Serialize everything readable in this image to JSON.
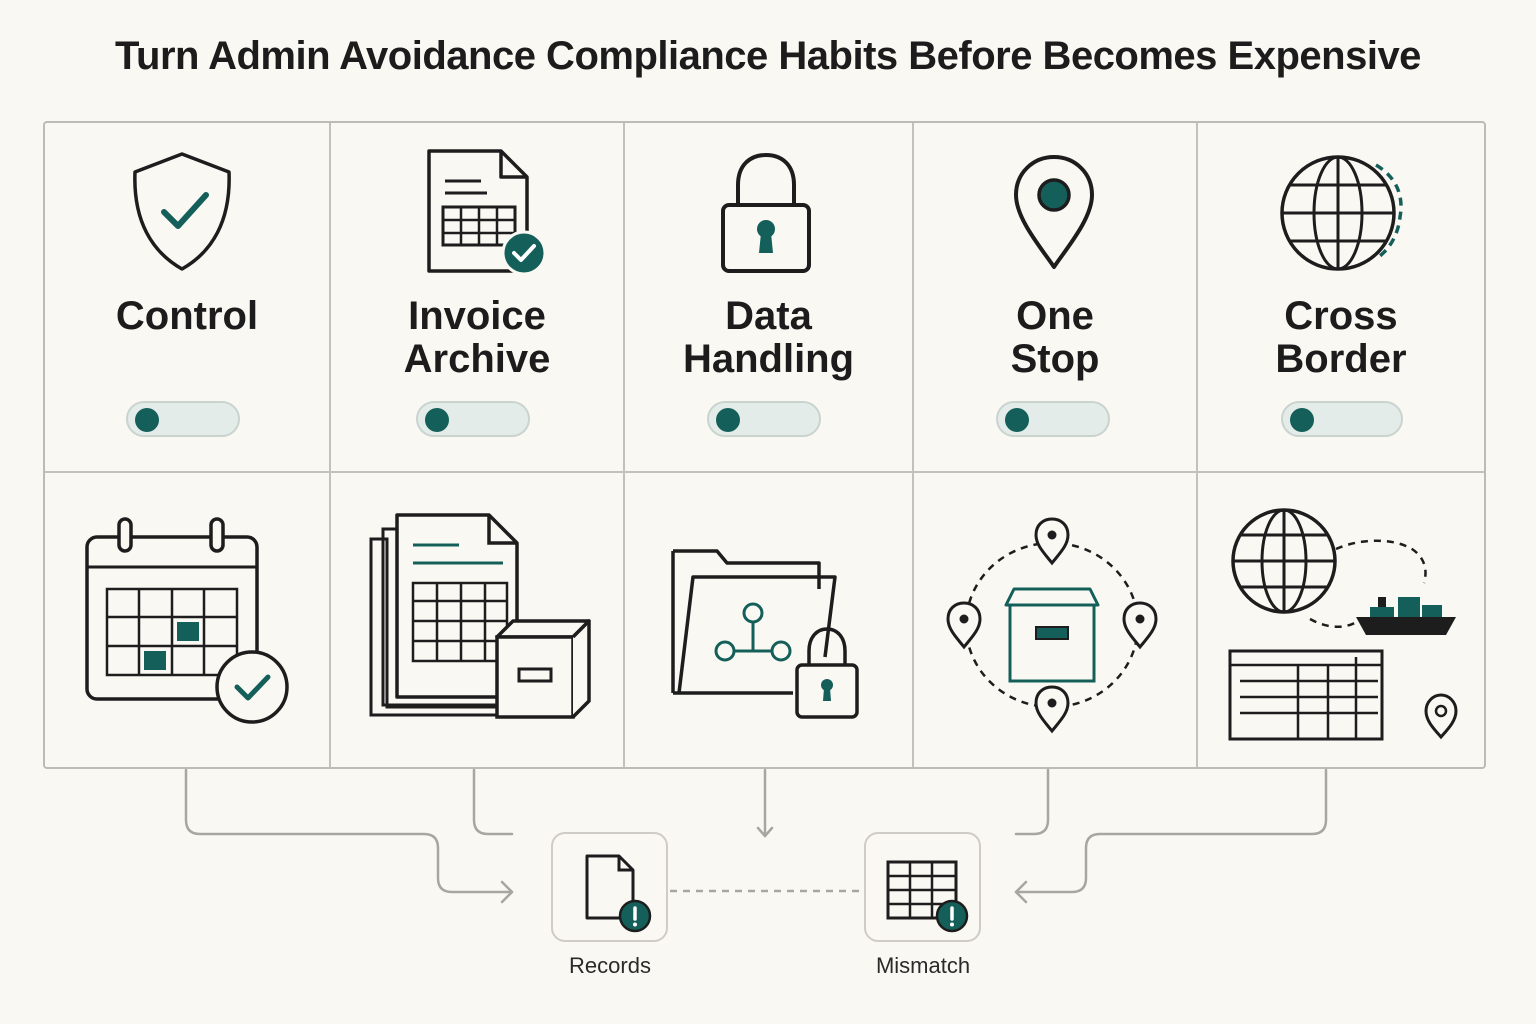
{
  "title": "Turn Admin Avoidance Compliance Habits Before Becomes Expensive",
  "columns": [
    {
      "label_lines": [
        "Control"
      ],
      "top_icon": "shield-check-icon",
      "bottom_icon": "calendar-check-icon",
      "toggle_on": false
    },
    {
      "label_lines": [
        "Invoice",
        "Archive"
      ],
      "top_icon": "invoice-check-icon",
      "bottom_icon": "document-archive-box-icon",
      "toggle_on": false
    },
    {
      "label_lines": [
        "Data",
        "Handling"
      ],
      "top_icon": "padlock-icon",
      "bottom_icon": "folder-network-lock-icon",
      "toggle_on": false
    },
    {
      "label_lines": [
        "One",
        "Stop"
      ],
      "top_icon": "map-pin-icon",
      "bottom_icon": "box-locations-icon",
      "toggle_on": false
    },
    {
      "label_lines": [
        "Cross",
        "Border"
      ],
      "top_icon": "globe-icon",
      "bottom_icon": "globe-shipping-ledger-icon",
      "toggle_on": false
    }
  ],
  "nodes": [
    {
      "label": "Records",
      "icon": "document-alert-icon"
    },
    {
      "label": "Mismatch",
      "icon": "table-alert-icon"
    }
  ],
  "colors": {
    "background": "#faf8f3",
    "accent": "#155f5a",
    "toggle_track": "#e4ece9",
    "line": "#1d1d1d",
    "connector": "#a8a6a1"
  }
}
